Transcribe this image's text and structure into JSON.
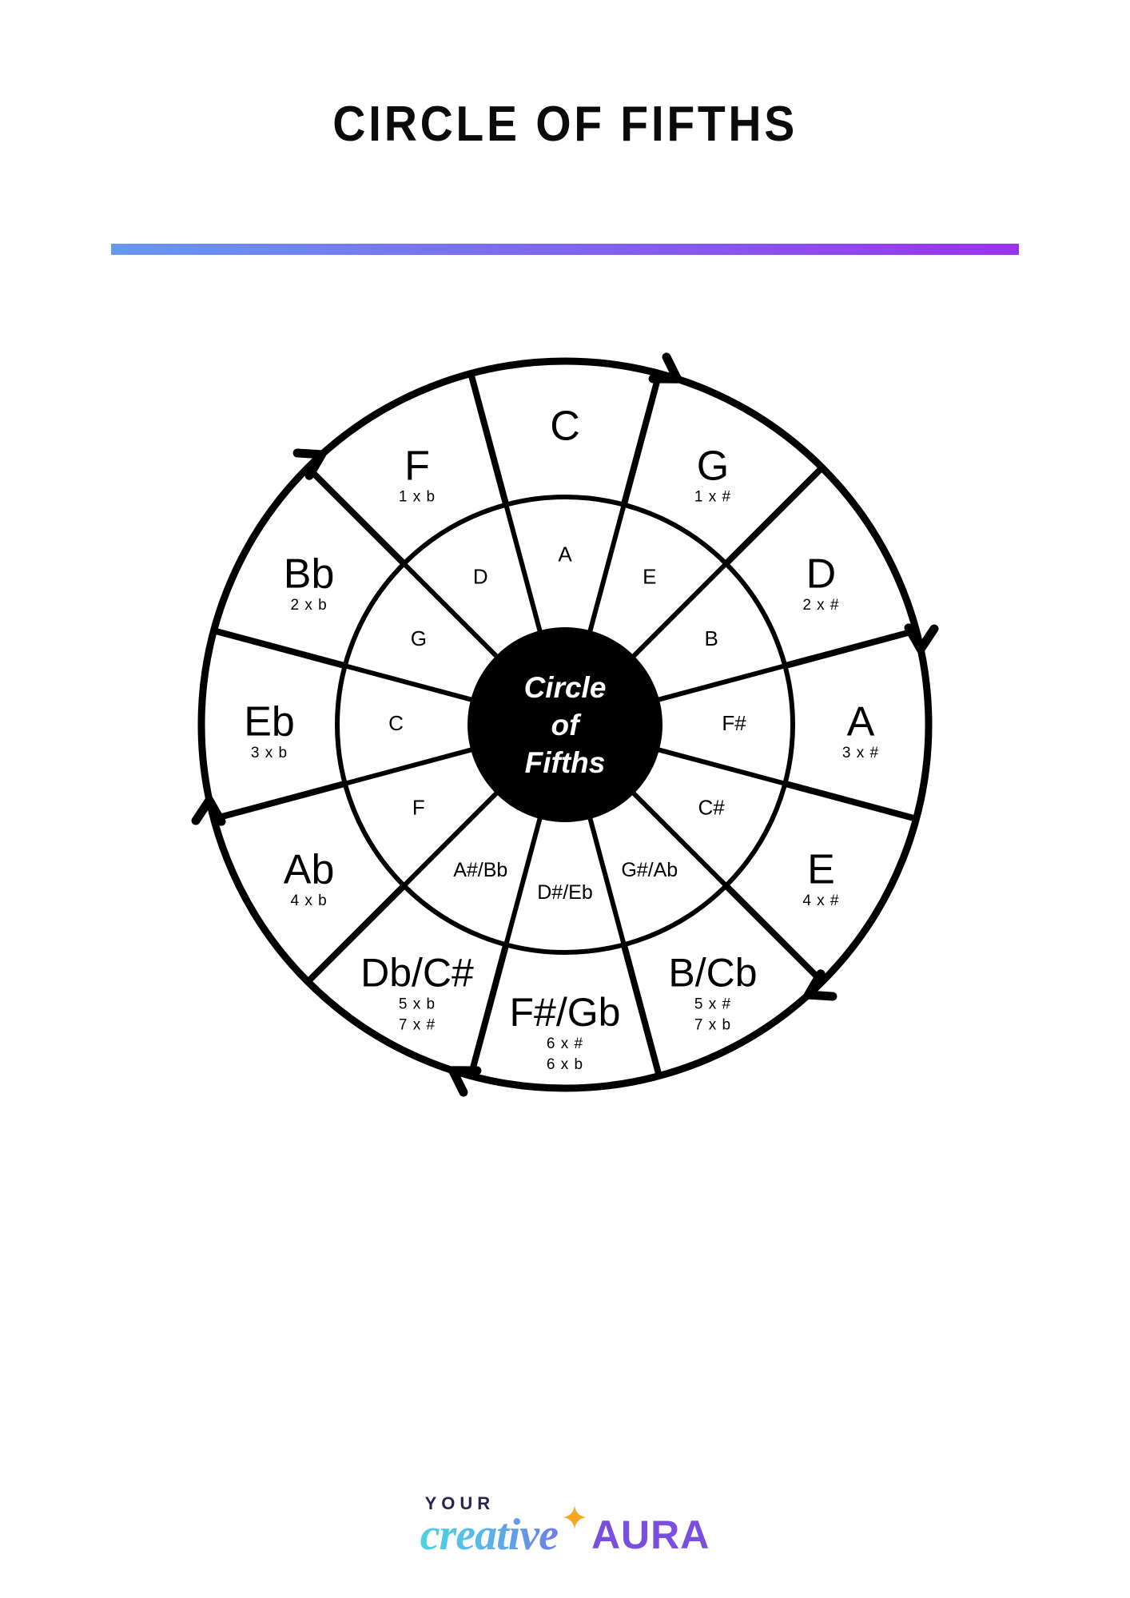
{
  "page": {
    "title": "CIRCLE OF FIFTHS",
    "background_color": "#ffffff",
    "ink_color": "#000000"
  },
  "divider": {
    "gradient_from": "#6699ee",
    "gradient_to": "#9933ee"
  },
  "wheel": {
    "center": {
      "line1": "Circle",
      "line2": "of",
      "line3": "Fifths",
      "fill_color": "#000000",
      "text_color": "#ffffff"
    },
    "direction_note": "clockwise arrows around outer rim",
    "outer_ring": [
      {
        "note": "C",
        "accidentals": [],
        "angle_deg": 0
      },
      {
        "note": "G",
        "accidentals": [
          "1 x #"
        ],
        "angle_deg": 30
      },
      {
        "note": "D",
        "accidentals": [
          "2 x #"
        ],
        "angle_deg": 60
      },
      {
        "note": "A",
        "accidentals": [
          "3 x #"
        ],
        "angle_deg": 90
      },
      {
        "note": "E",
        "accidentals": [
          "4 x #"
        ],
        "angle_deg": 120
      },
      {
        "note": "B/Cb",
        "accidentals": [
          "5 x #",
          "7 x b"
        ],
        "angle_deg": 150
      },
      {
        "note": "F#/Gb",
        "accidentals": [
          "6 x #",
          "6 x b"
        ],
        "angle_deg": 180
      },
      {
        "note": "Db/C#",
        "accidentals": [
          "5 x b",
          "7 x #"
        ],
        "angle_deg": 210
      },
      {
        "note": "Ab",
        "accidentals": [
          "4 x b"
        ],
        "angle_deg": 240
      },
      {
        "note": "Eb",
        "accidentals": [
          "3 x b"
        ],
        "angle_deg": 270
      },
      {
        "note": "Bb",
        "accidentals": [
          "2 x b"
        ],
        "angle_deg": 300
      },
      {
        "note": "F",
        "accidentals": [
          "1 x b"
        ],
        "angle_deg": 330
      }
    ],
    "inner_ring": [
      {
        "note": "A",
        "angle_deg": 0
      },
      {
        "note": "E",
        "angle_deg": 30
      },
      {
        "note": "B",
        "angle_deg": 60
      },
      {
        "note": "F#",
        "angle_deg": 90
      },
      {
        "note": "C#",
        "angle_deg": 120
      },
      {
        "note": "G#/Ab",
        "angle_deg": 150
      },
      {
        "note": "D#/Eb",
        "angle_deg": 180
      },
      {
        "note": "A#/Bb",
        "angle_deg": 210
      },
      {
        "note": "F",
        "angle_deg": 240
      },
      {
        "note": "C",
        "angle_deg": 270
      },
      {
        "note": "G",
        "angle_deg": 300
      },
      {
        "note": "D",
        "angle_deg": 330
      }
    ]
  },
  "footer": {
    "logo_your": "YOUR",
    "logo_creative": "creative",
    "logo_aura": "AURA",
    "star_color": "#f5a623",
    "aura_color": "#7a4fe0",
    "your_color": "#2a2352"
  }
}
